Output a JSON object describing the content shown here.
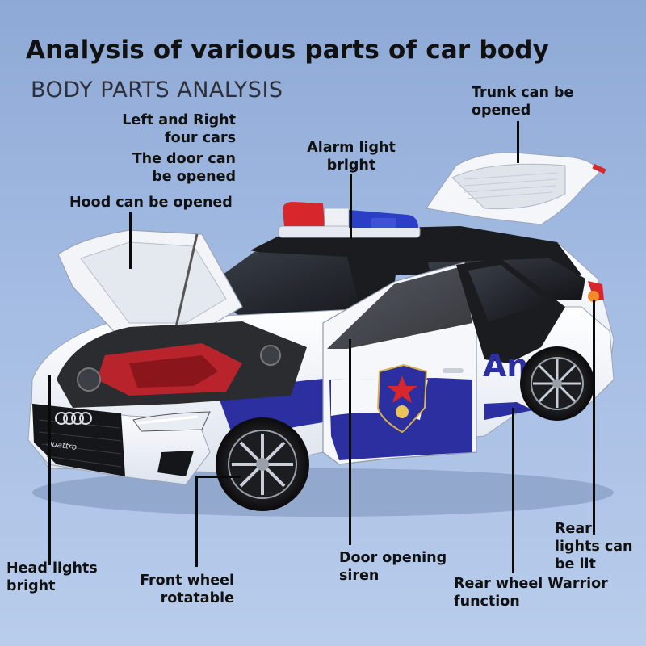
{
  "header": {
    "title": "Analysis of various parts of car body",
    "subtitle": "BODY PARTS ANALYSIS"
  },
  "labels": {
    "doors": [
      "Left and Right",
      "four cars",
      "The door can",
      "be opened"
    ],
    "hood": "Hood can be opened",
    "alarm": [
      "Alarm light",
      "bright"
    ],
    "trunk": [
      "Trunk can be",
      "opened"
    ],
    "headlights": [
      "Head lights",
      "bright"
    ],
    "front_wheel": [
      "Front wheel",
      "rotatable"
    ],
    "door_siren": [
      "Door opening",
      "siren"
    ],
    "rear_wheel": [
      "Rear wheel Warrior",
      "function"
    ],
    "rear_lights": [
      "Rear",
      "lights can",
      "be lit"
    ]
  },
  "car": {
    "door_text": "An",
    "badge_text": "quattro",
    "body_color": "#ffffff",
    "stripe_color": "#2c2fa0",
    "engine_color": "#b8232c",
    "siren_red": "#d8262d",
    "siren_blue": "#2b3fc6"
  }
}
